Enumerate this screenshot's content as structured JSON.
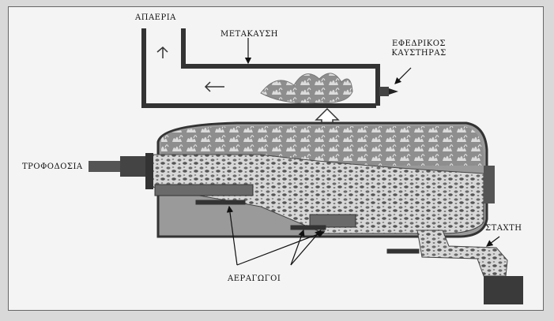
{
  "labels": {
    "exhaust": "ΑΠΑΕΡΙΑ",
    "afterburn": "ΜΕΤΑΚΑΥΣΗ",
    "burner_line1": "ΕΦΕΔΡΙΚΟΣ",
    "burner_line2": "ΚΑΥΣΤΗΡΑΣ",
    "feed": "ΤΡΟΦΟΔΟΣΙΑ",
    "ash": "ΣΤΑΧΤΗ",
    "air_ducts": "ΑΕΡΑΓΩΓΟΙ"
  }
}
